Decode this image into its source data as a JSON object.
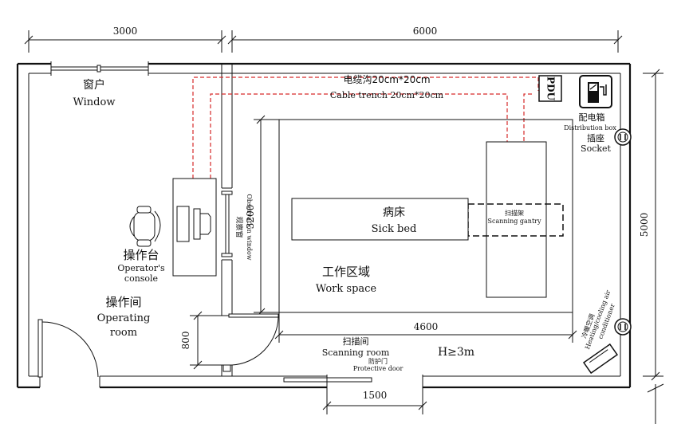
{
  "dimensions": {
    "top_left": "3000",
    "top_right": "6000",
    "right": "5000",
    "work_height": "3200",
    "work_width": "4600",
    "door_gap": "800",
    "protective_door_width": "1500"
  },
  "window": {
    "cn": "窗户",
    "en": "Window"
  },
  "cable_trench": {
    "cn": "电缆沟20cm*20cm",
    "en": "Cable trench 20cm*20cm"
  },
  "pdu": {
    "label": "PDU"
  },
  "distribution_box": {
    "cn": "配电箱",
    "en": "Distribution box"
  },
  "socket": {
    "cn": "插座",
    "en": "Socket"
  },
  "sick_bed": {
    "cn": "病床",
    "en": "Sick bed"
  },
  "scanning_gantry": {
    "cn": "扫描架",
    "en": "Scanning gantry"
  },
  "observation_window": {
    "cn": "观察窗",
    "en": "Observation window"
  },
  "operator_console": {
    "cn": "操作台",
    "en_line1": "Operator's",
    "en_line2": "console"
  },
  "operating_room": {
    "cn": "操作间",
    "en_line1": "Operating",
    "en_line2": "room"
  },
  "work_space": {
    "cn": "工作区域",
    "en": "Work space"
  },
  "scanning_room": {
    "cn": "扫描间",
    "en": "Scanning room"
  },
  "protective_door": {
    "cn": "防护门",
    "en": "Protective door"
  },
  "height_note": "H≥3m",
  "air_conditioner": {
    "cn": "冷暖空调",
    "en_line1": "Heating/cooling air",
    "en_line2": "conditioner"
  },
  "colors": {
    "cable": "#d62a2a",
    "line": "#111111"
  }
}
